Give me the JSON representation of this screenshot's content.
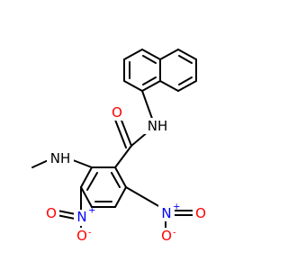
{
  "molecule": {
    "atom_labels": {
      "carbonyl_oxygen": "O",
      "amide_nh": "NH",
      "methylamino_nh": "NH",
      "nitro_left_n": "N",
      "nitro_left_o_top": "O",
      "nitro_left_o_bottom": "O",
      "nitro_right_n": "N",
      "nitro_right_o_right": "O",
      "nitro_right_o_bottom": "O"
    },
    "charges": {
      "nitro_left_n": "+",
      "nitro_left_o_bottom": "-",
      "nitro_right_n": "+",
      "nitro_right_o_bottom": "-"
    },
    "colors": {
      "bond": "#000000",
      "oxygen": "#ff0000",
      "nitrogen": "#0000ff",
      "nh": "#000000"
    }
  }
}
